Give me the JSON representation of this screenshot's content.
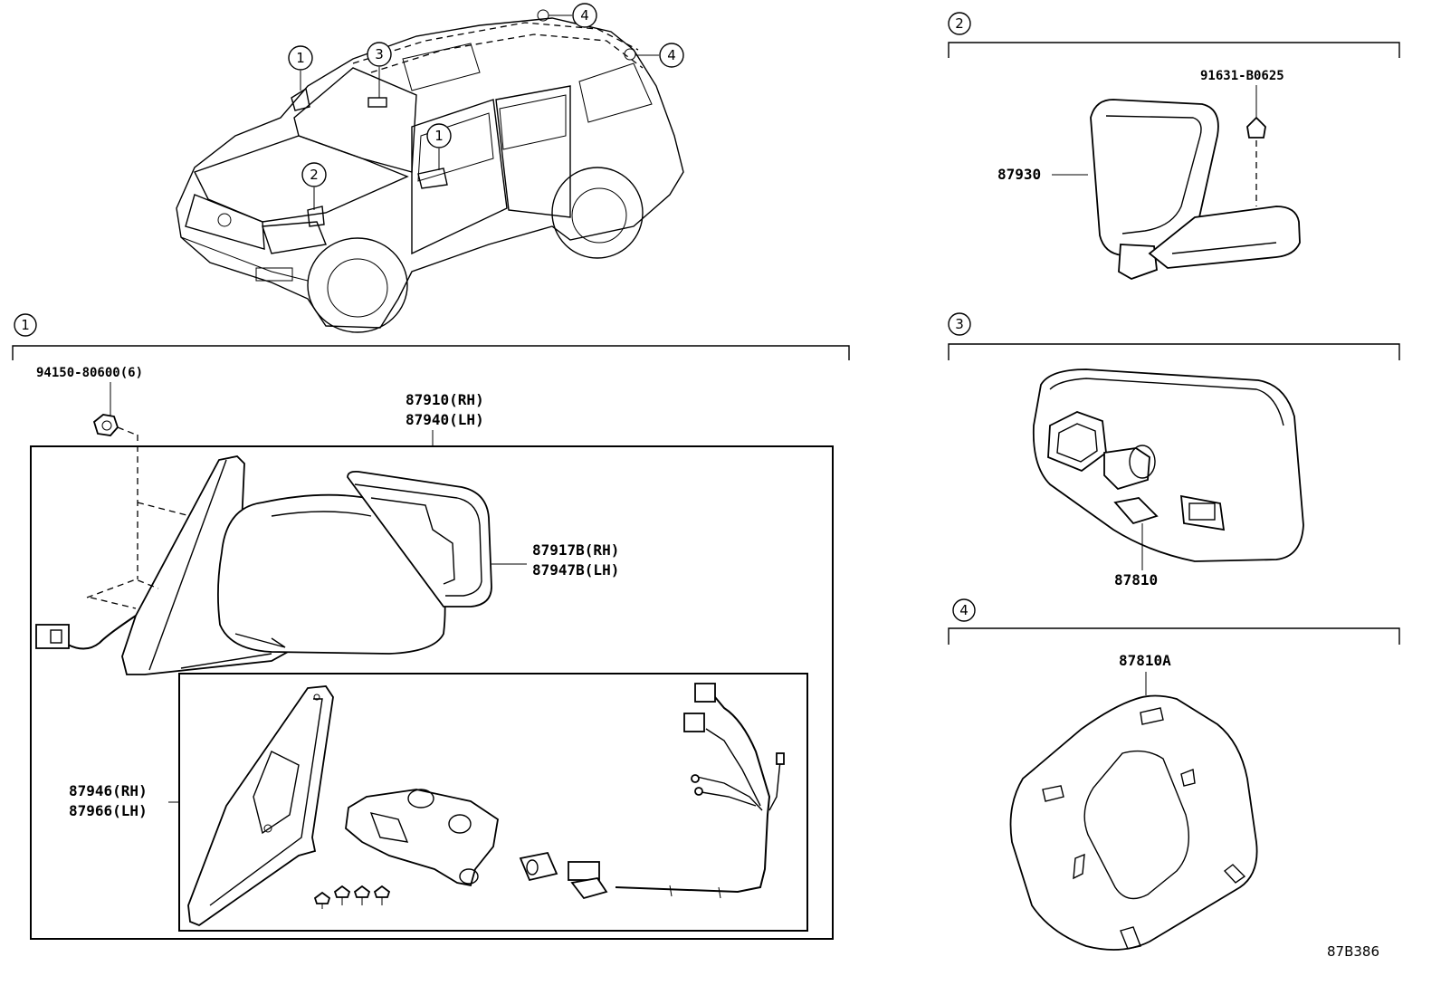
{
  "vehicle": {
    "callouts": [
      "1",
      "3",
      "1",
      "2",
      "4",
      "4"
    ]
  },
  "section1": {
    "number": "1",
    "bolt_part": "94150-80600(6)",
    "assembly_rh": "87910(RH)",
    "assembly_lh": "87940(LH)",
    "mirror_rh": "87917B(RH)",
    "mirror_lh": "87947B(LH)",
    "housing_rh": "87946(RH)",
    "housing_lh": "87966(LH)"
  },
  "section2": {
    "number": "2",
    "screw_part": "91631-B0625",
    "mirror_part": "87930"
  },
  "section3": {
    "number": "3",
    "inner_mirror_part": "87810"
  },
  "section4": {
    "number": "4",
    "cover_part": "87810A"
  },
  "drawing_code": "87B386"
}
